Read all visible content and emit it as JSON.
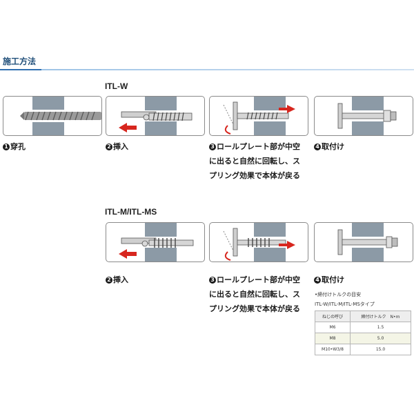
{
  "section": {
    "title": "施工方法"
  },
  "itl_w": {
    "label": "ITL-W",
    "steps": [
      {
        "num": "1",
        "text": "穿孔"
      },
      {
        "num": "2",
        "text": "挿入"
      },
      {
        "num": "3",
        "lines": [
          "ロールプレート部が中空",
          "に出ると自然に回転し、ス",
          "プリング効果で本体が戻る"
        ]
      },
      {
        "num": "4",
        "text": "取付け"
      }
    ]
  },
  "itl_m": {
    "label": "ITL-M/ITL-MS",
    "steps": [
      {
        "num": "2",
        "text": "挿入"
      },
      {
        "num": "3",
        "lines": [
          "ロールプレート部が中空",
          "に出ると自然に回転し、ス",
          "プリング効果で本体が戻る"
        ]
      },
      {
        "num": "4",
        "text": "取付け"
      }
    ]
  },
  "torque": {
    "note": "•締付けトルクの目安",
    "type": "ITL-W/ITL-M/ITL-MSタイプ",
    "headers": [
      "ねじの呼び",
      "締付けトルク　N•m"
    ],
    "rows": [
      [
        "M6",
        "1.5"
      ],
      [
        "M8",
        "5.0"
      ],
      [
        "M10•W3/8",
        "15.0"
      ]
    ]
  },
  "colors": {
    "title": "#1f4e79",
    "wall": "#8c9aa6",
    "arrow": "#d7261e",
    "metal": "#bfbfbf"
  }
}
